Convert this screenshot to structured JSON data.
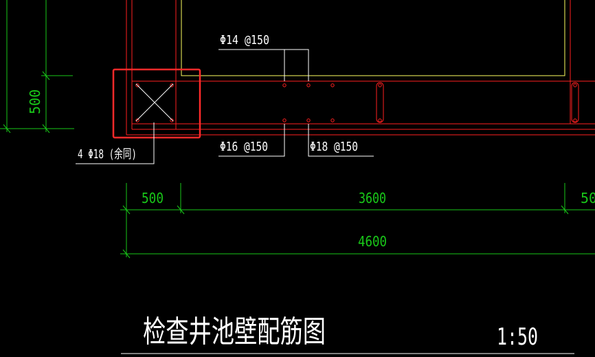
{
  "drawing": {
    "title": "检查井池壁配筋图",
    "scale": "1:50"
  },
  "rebar_labels": {
    "top": "Φ14 @150",
    "bottom_left": "Φ16 @150",
    "bottom_right": "Φ18 @150",
    "corner": "4 Φ18 (余同)"
  },
  "dimensions": {
    "vertical_left": "500",
    "row1": [
      "500",
      "3600",
      "50"
    ],
    "row2": "4600"
  },
  "colors": {
    "background": "#000000",
    "structure": "#ff2020",
    "inner_line": "#ffff60",
    "dimension": "#19c819",
    "annotation": "#ffffff",
    "highlight_box": "#ff2a2a"
  }
}
